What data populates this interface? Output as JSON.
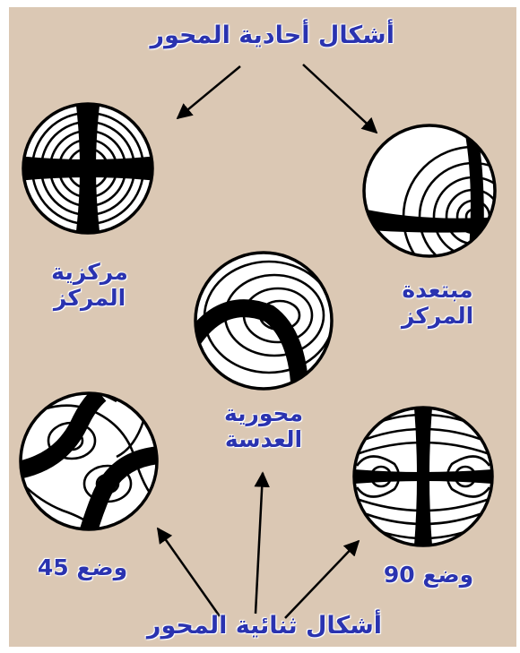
{
  "labels": {
    "top_title": "أشكال أحادية المحور",
    "bottom_title": "أشكال ثنائية المحور",
    "centered_line1": "مركزية",
    "centered_line2": "المركز",
    "decentered_line1": "مبتعدة",
    "decentered_line2": "المركز",
    "lens_line1": "محورية",
    "lens_line2": "العدسة",
    "pos45": "وضع 45",
    "pos90": "وضع 90"
  },
  "colors": {
    "background": "#dbc8b4",
    "text": "#2a33b0",
    "ink": "#000000"
  }
}
